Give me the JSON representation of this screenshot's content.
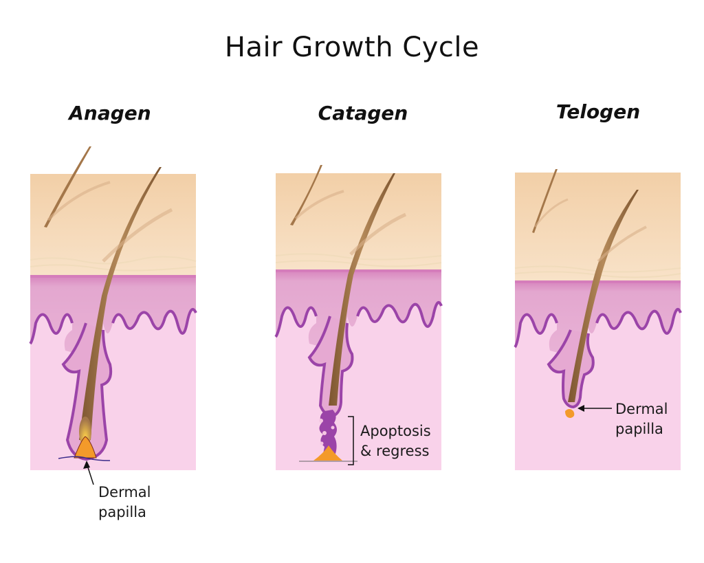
{
  "title": "Hair Growth Cycle",
  "colors": {
    "epidermis_top": "#f4d3ae",
    "epidermis_bottom": "#f7e0c4",
    "dermis_upper": "#dc97c8",
    "dermis_lower": "#f8cfe6",
    "membrane": "#9b44a8",
    "hair": "#a4774a",
    "papilla": "#f39a2a"
  },
  "phases": [
    {
      "name": "Anagen",
      "annotation": [
        "Dermal",
        "papilla"
      ]
    },
    {
      "name": "Catagen",
      "annotation": [
        "Apoptosis",
        "& regress"
      ]
    },
    {
      "name": "Telogen",
      "annotation": [
        "Dermal",
        "papilla"
      ]
    }
  ]
}
